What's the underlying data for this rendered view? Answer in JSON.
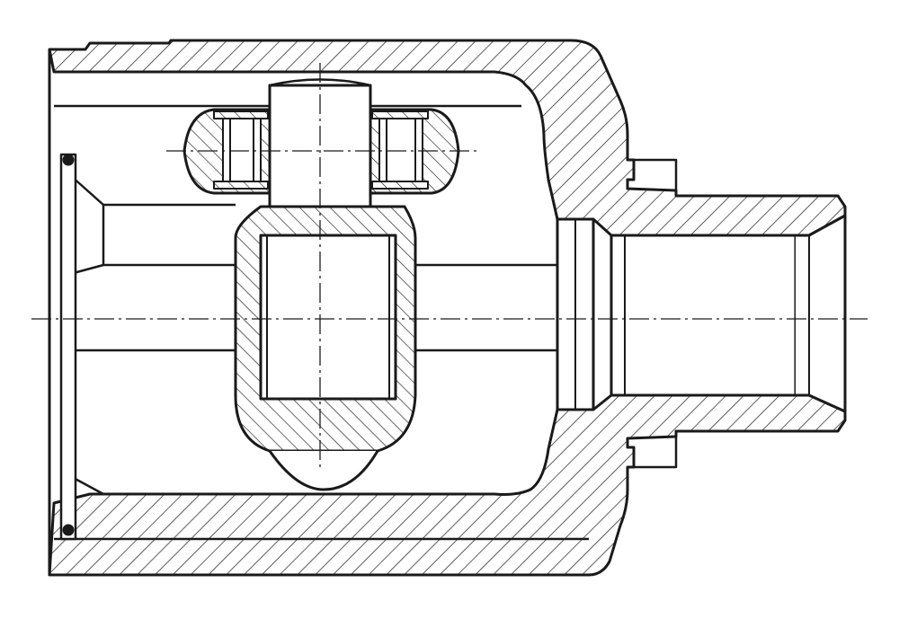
{
  "drawing": {
    "line_color": "#1a1a1a",
    "background_color": "#ffffff",
    "hatch_style": "diagonal-45"
  },
  "parts": [
    "outer-housing-bell",
    "stub-shaft",
    "tripod-roller-with-needle-bearing",
    "tripod-spider-hub",
    "splined-bore",
    "boot-seal-ring",
    "circlip",
    "retaining-ring",
    "dust-shield"
  ]
}
